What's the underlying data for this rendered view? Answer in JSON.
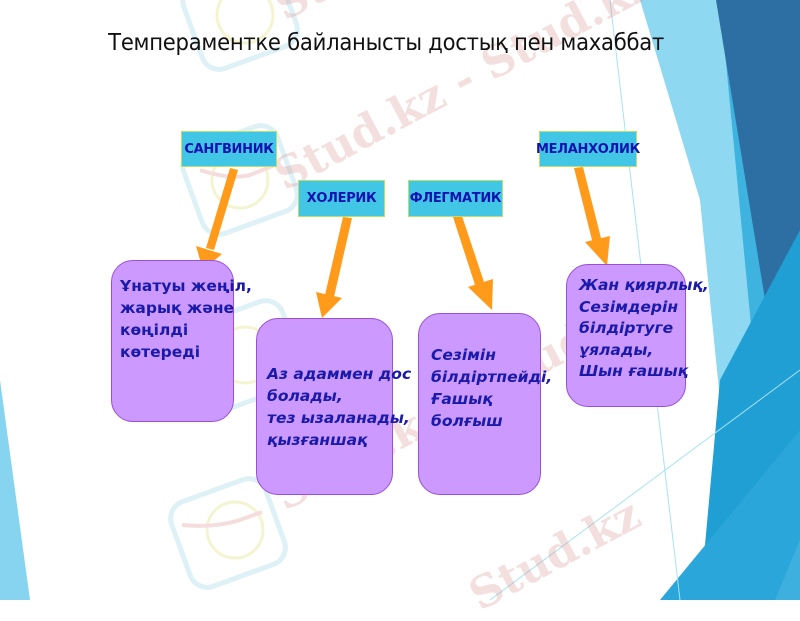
{
  "slide": {
    "title": "Темпераментке байланысты достық пен махаббат",
    "colors": {
      "label_bg": "#42c6e6",
      "label_text": "#1212b0",
      "card_bg": "#cc99ff",
      "card_border": "#9b4fd6",
      "card_text": "#1a1aa8",
      "arrow": "#ff9a1a",
      "accent_dark": "#2e6fa3",
      "accent_light": "#86d4ef"
    }
  },
  "temperaments": [
    {
      "label": "САНГВИНИК",
      "icon": "arrow-down-icon",
      "description_lines": [
        "Ұнатуы жеңіл,",
        "жарық және",
        "көңілді",
        "көтереді"
      ]
    },
    {
      "label": "ХОЛЕРИК",
      "icon": "arrow-down-icon",
      "description_lines": [
        "Аз адаммен дос",
        "болады,",
        "тез ызаланады,",
        "қызғаншақ"
      ]
    },
    {
      "label": "ФЛЕГМАТИК",
      "icon": "arrow-down-icon",
      "description_lines": [
        "Сезімін",
        "білдіртпейді,",
        "Ғашық",
        "болғыш"
      ]
    },
    {
      "label": "МЕЛАНХОЛИК",
      "icon": "arrow-down-icon",
      "description_lines": [
        "Жан қиярлық,",
        "Сезімдерін",
        "білдіртуге",
        "ұялады,",
        "Шын ғашық"
      ]
    }
  ],
  "watermark": {
    "text_long": "Stud.kz - Stud.kz",
    "text_short": "Stud.kz",
    "icon": "hummingbird-logo-icon"
  }
}
